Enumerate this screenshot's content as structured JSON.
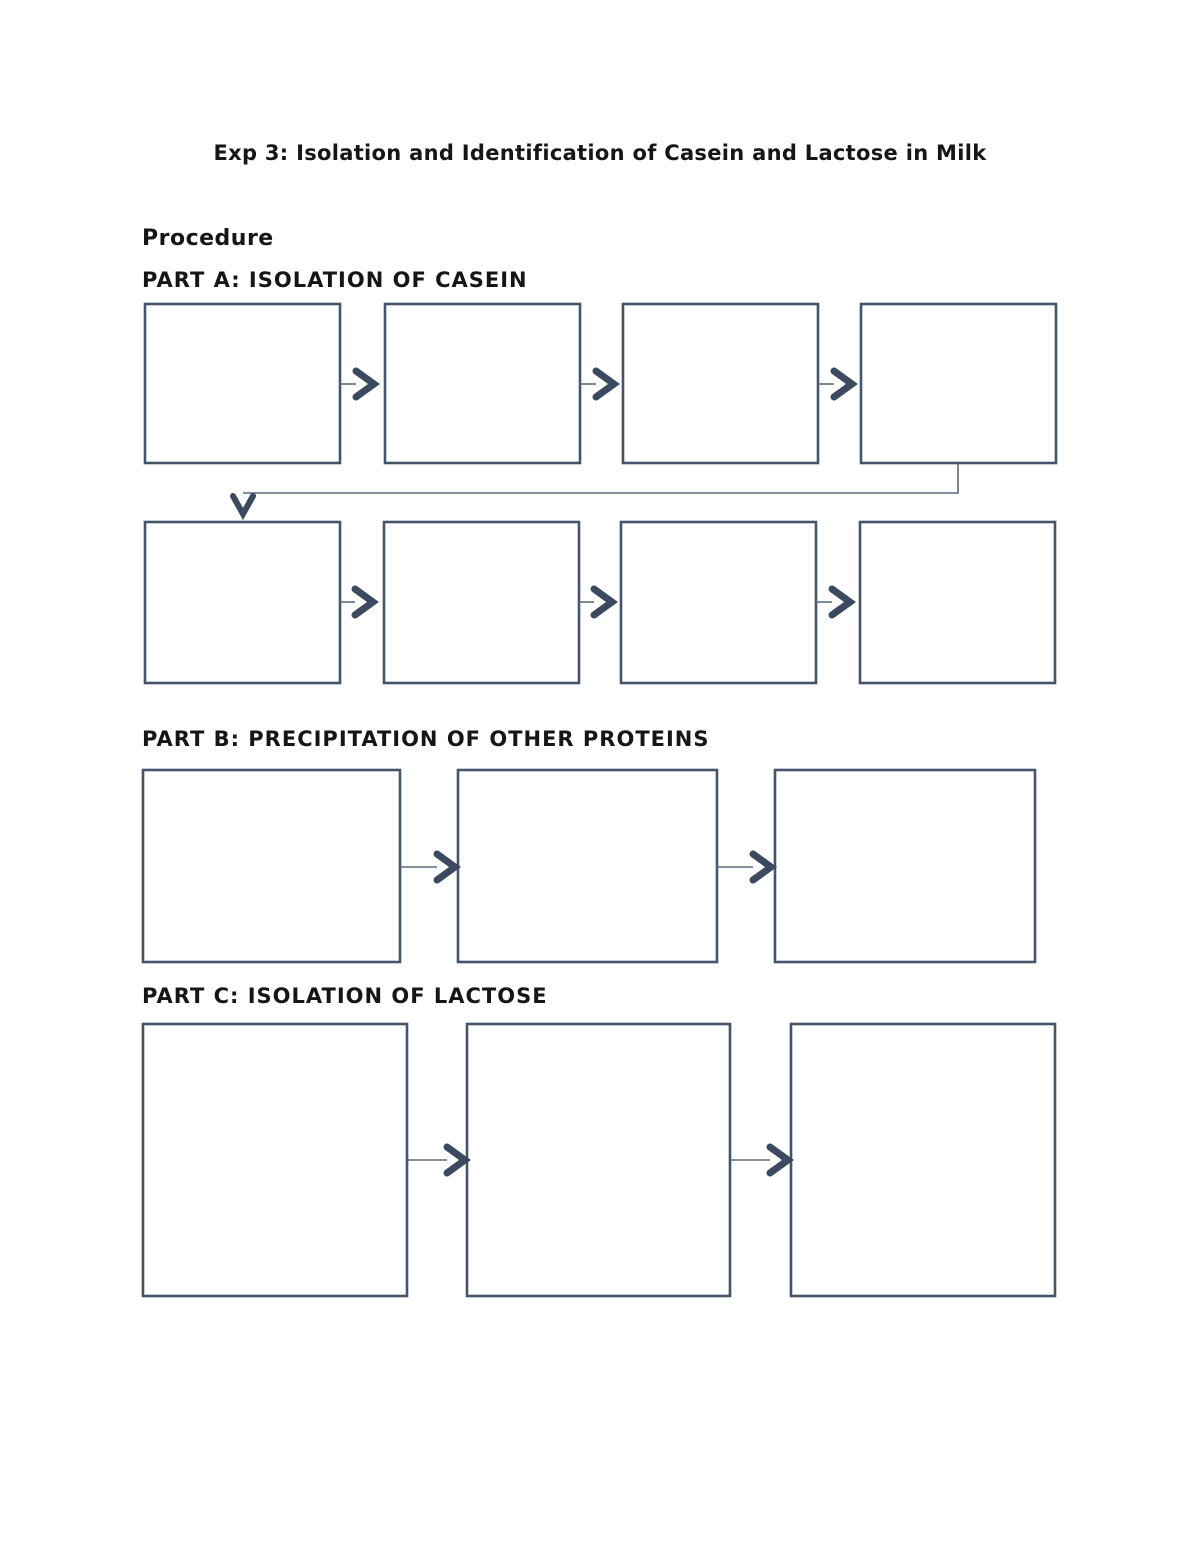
{
  "theme": {
    "page_bg": "#ffffff",
    "text_color": "#161616",
    "box_border_color": "#44546A",
    "connector_line_color": "#5B6B81",
    "arrowhead_color": "#3C4A60"
  },
  "document": {
    "title": "Exp 3: Isolation and Identification of Casein and Lactose in Milk",
    "procedure_heading": "Procedure",
    "part_a_heading": "PART A: ISOLATION OF CASEIN",
    "part_b_heading": "PART B: PRECIPITATION OF OTHER PROTEINS",
    "part_c_heading": "PART C: ISOLATION OF LACTOSE"
  },
  "flowchart": {
    "part_a": {
      "empty_step_boxes": 8,
      "rows": 2,
      "boxes_per_row": 4,
      "box_labels": [
        "",
        "",
        "",
        "",
        "",
        "",
        "",
        ""
      ]
    },
    "part_b": {
      "empty_step_boxes": 3,
      "box_labels": [
        "",
        "",
        ""
      ]
    },
    "part_c": {
      "empty_step_boxes": 3,
      "box_labels": [
        "",
        "",
        ""
      ]
    }
  }
}
